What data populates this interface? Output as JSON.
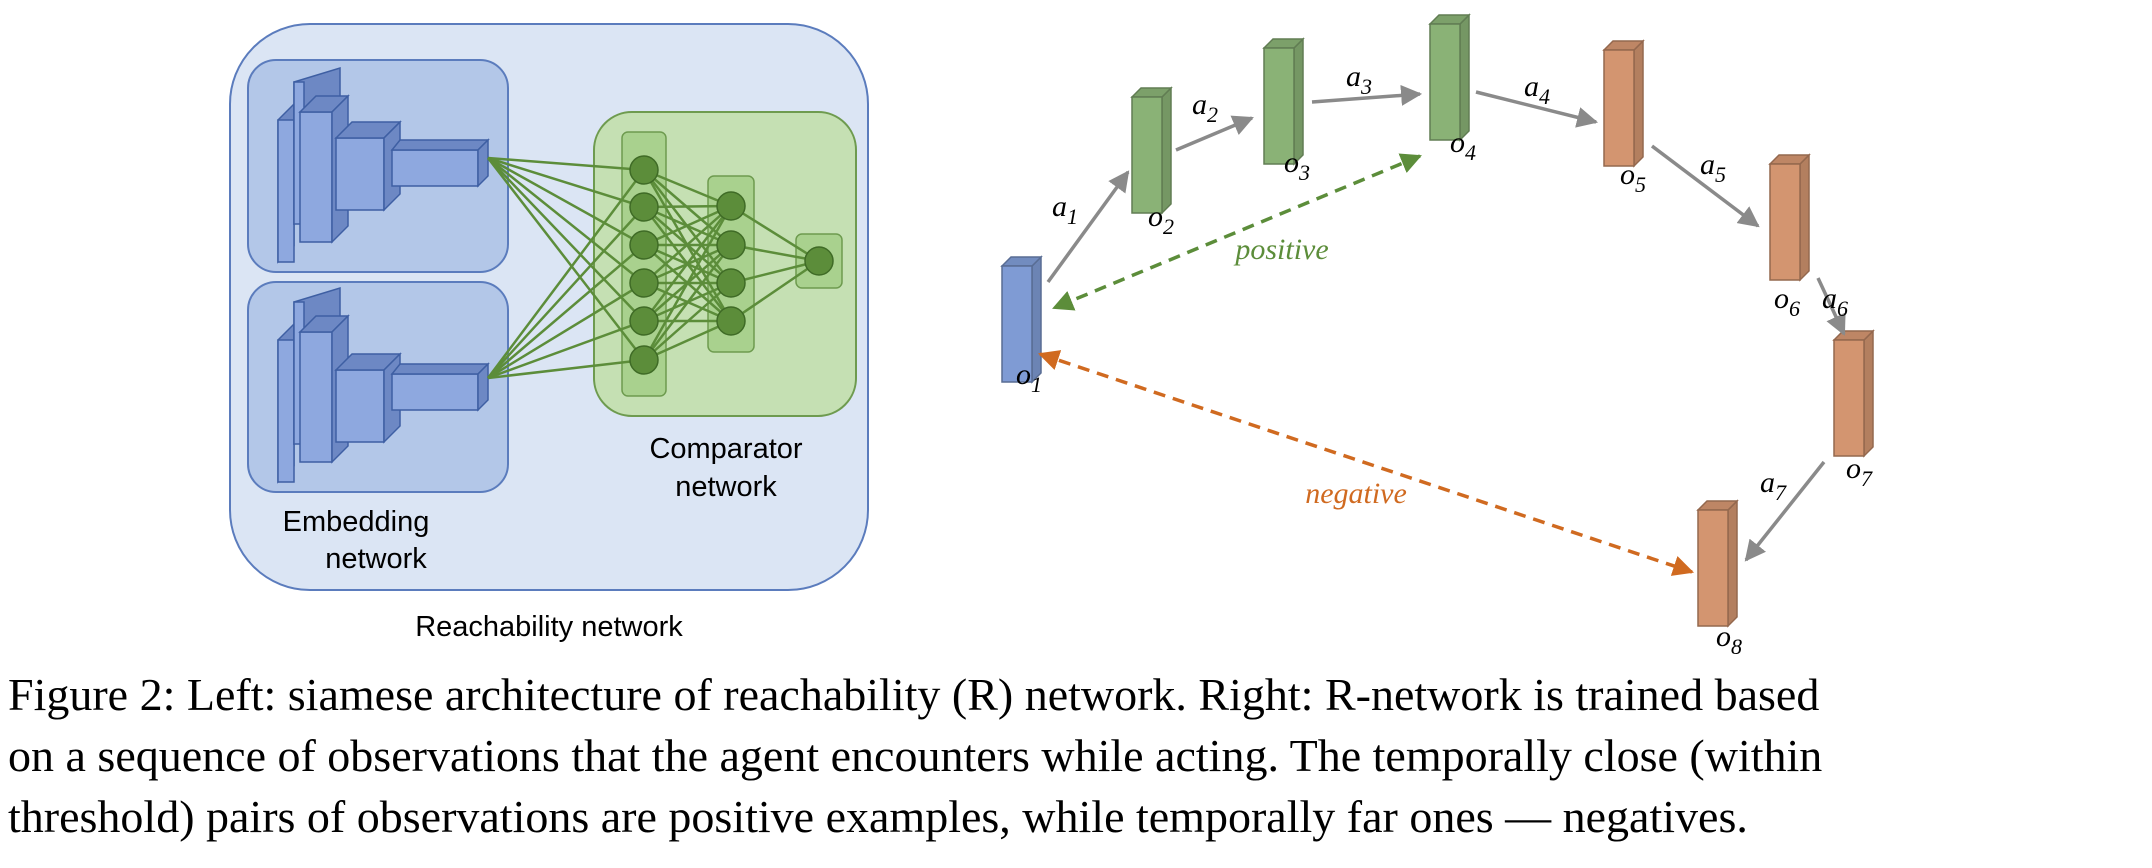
{
  "left_panel": {
    "outer_label": "Reachability network",
    "embedding_label": [
      "Embedding",
      "network"
    ],
    "comparator_label": [
      "Comparator",
      "network"
    ]
  },
  "right_panel": {
    "observations": [
      {
        "base": "o",
        "sub": "1",
        "color": "#7f9bd4"
      },
      {
        "base": "o",
        "sub": "2",
        "color": "#8ab276"
      },
      {
        "base": "o",
        "sub": "3",
        "color": "#8ab276"
      },
      {
        "base": "o",
        "sub": "4",
        "color": "#8ab276"
      },
      {
        "base": "o",
        "sub": "5",
        "color": "#d39570"
      },
      {
        "base": "o",
        "sub": "6",
        "color": "#d39570"
      },
      {
        "base": "o",
        "sub": "7",
        "color": "#d39570"
      },
      {
        "base": "o",
        "sub": "8",
        "color": "#d39570"
      }
    ],
    "actions": [
      {
        "base": "a",
        "sub": "1"
      },
      {
        "base": "a",
        "sub": "2"
      },
      {
        "base": "a",
        "sub": "3"
      },
      {
        "base": "a",
        "sub": "4"
      },
      {
        "base": "a",
        "sub": "5"
      },
      {
        "base": "a",
        "sub": "6"
      },
      {
        "base": "a",
        "sub": "7"
      }
    ],
    "positive_label": "positive",
    "negative_label": "negative",
    "colors": {
      "positive": "#5c8d3a",
      "negative": "#d06a20",
      "action_arrow": "#888888"
    }
  },
  "caption": {
    "lines": [
      "Figure 2:  Left: siamese architecture of reachability (R) network. Right: R-network is trained based",
      "on a sequence of observations that the agent encounters while acting. The temporally close (within",
      "threshold) pairs of observations are positive examples, while temporally far ones — negatives."
    ]
  }
}
